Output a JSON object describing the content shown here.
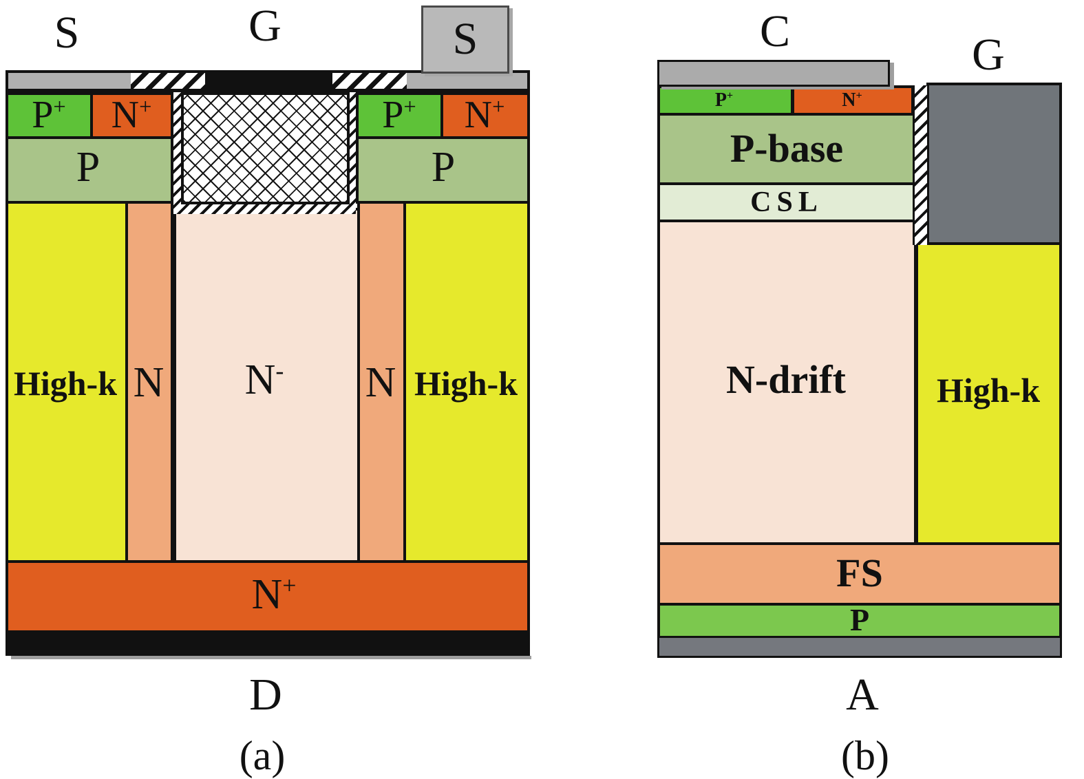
{
  "figure_type": "semiconductor-device-cross-section-diagrams",
  "colors": {
    "high_k_yellow": "#e6e92c",
    "n_plus_orange": "#e05e1f",
    "p_plus_green": "#5ec238",
    "p_sage_green": "#a9c489",
    "csl_pale_green": "#e2ecd5",
    "n_minus_pink": "#f8e3d5",
    "n_salmon": "#f0a97b",
    "p_bottom_green": "#7cc84e",
    "gate_dark_gray": "#70757a",
    "contact_metal_gray": "#b0b0b0",
    "anode_metal_gray": "#75787e",
    "contact_black": "#111111"
  },
  "panel_a": {
    "caption": "(a)",
    "terminal_source_left": "S",
    "terminal_gate": "G",
    "terminal_source_right": "S",
    "terminal_drain": "D",
    "region_p_plus_base": "P",
    "region_p_plus_sup": "+",
    "region_n_plus_base": "N",
    "region_n_plus_sup": "+",
    "region_p": "P",
    "region_high_k": "High-k",
    "region_n": "N",
    "region_n_minus_base": "N",
    "region_n_minus_sup": "-",
    "region_n_plus_substrate_base": "N",
    "region_n_plus_substrate_sup": "+"
  },
  "panel_b": {
    "caption": "(b)",
    "terminal_collector": "C",
    "terminal_gate": "G",
    "terminal_anode": "A",
    "region_p_plus_base": "P",
    "region_p_plus_sup": "+",
    "region_n_plus_base": "N",
    "region_n_plus_sup": "+",
    "region_p_base": "P-base",
    "region_csl": "CSL",
    "region_n_drift": "N-drift",
    "region_high_k": "High-k",
    "region_fs": "FS",
    "region_p": "P"
  }
}
